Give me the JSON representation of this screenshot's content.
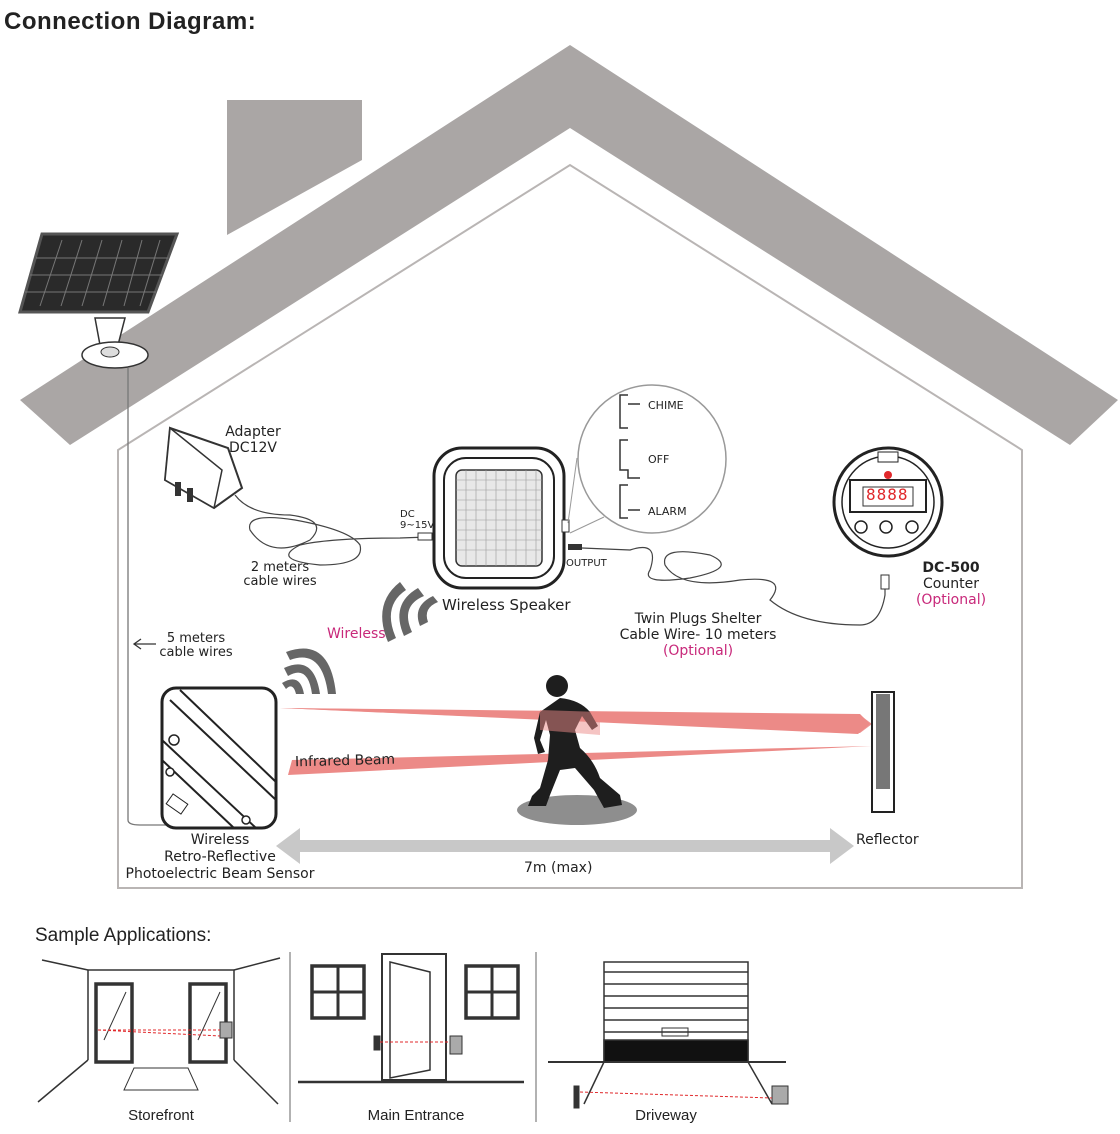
{
  "title": "Connection Diagram:",
  "labels": {
    "adapter": "Adapter",
    "adapter_voltage": "DC12V",
    "cable_2m_a": "2 meters",
    "cable_2m_b": "cable wires",
    "dc": "DC",
    "dc_range": "9~15V",
    "wireless_speaker": "Wireless Speaker",
    "output": "OUTPUT",
    "chime": "CHIME",
    "off": "OFF",
    "alarm": "ALARM",
    "counter_model": "DC-500",
    "counter": "Counter",
    "optional_counter": "(Optional)",
    "twin_plugs": "Twin Plugs Shelter",
    "cable_10m": "Cable Wire- 10 meters",
    "optional_cable": "(Optional)",
    "wireless": "Wireless",
    "cable_5m_a": "5 meters",
    "cable_5m_b": "cable wires",
    "infrared_beam": "Infrared Beam",
    "sensor_line1": "Wireless",
    "sensor_line2": "Retro-Reflective",
    "sensor_line3": "Photoelectric Beam Sensor",
    "reflector": "Reflector",
    "distance": "7m (max)",
    "counter_display": "8888"
  },
  "sample_title": "Sample Applications:",
  "samples": [
    "Storefront",
    "Main Entrance",
    "Driveway"
  ],
  "colors": {
    "roof": "#aaa6a5",
    "beam": "#ec8a87",
    "accent": "#c8287a",
    "display": "#e0282b"
  }
}
